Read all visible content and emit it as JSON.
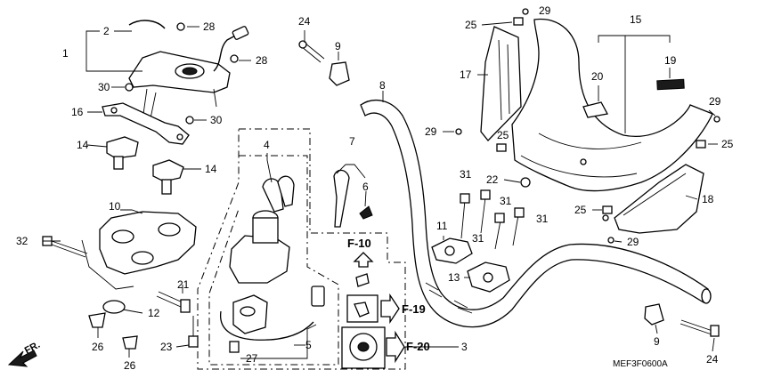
{
  "callouts": {
    "c1": "1",
    "c2": "2",
    "c3": "3",
    "c4": "4",
    "c5": "5",
    "c6": "6",
    "c7": "7",
    "c8": "8",
    "c9a": "9",
    "c9b": "9",
    "c10": "10",
    "c11": "11",
    "c12": "12",
    "c13": "13",
    "c14a": "14",
    "c14b": "14",
    "c15": "15",
    "c16": "16",
    "c17": "17",
    "c18": "18",
    "c19": "19",
    "c20": "20",
    "c21": "21",
    "c22": "22",
    "c23": "23",
    "c24a": "24",
    "c24b": "24",
    "c25a": "25",
    "c25b": "25",
    "c25c": "25",
    "c25d": "25",
    "c26a": "26",
    "c26b": "26",
    "c27": "27",
    "c28a": "28",
    "c28b": "28",
    "c29a": "29",
    "c29b": "29",
    "c29c": "29",
    "c29d": "29",
    "c30a": "30",
    "c30b": "30",
    "c31a": "31",
    "c31b": "31",
    "c31c": "31",
    "c31d": "31",
    "c32": "32"
  },
  "references": {
    "f10": "F-10",
    "f19": "F-19",
    "f20": "F-20"
  },
  "direction_label": "FR.",
  "diagram_code": "MEF3F0600A"
}
